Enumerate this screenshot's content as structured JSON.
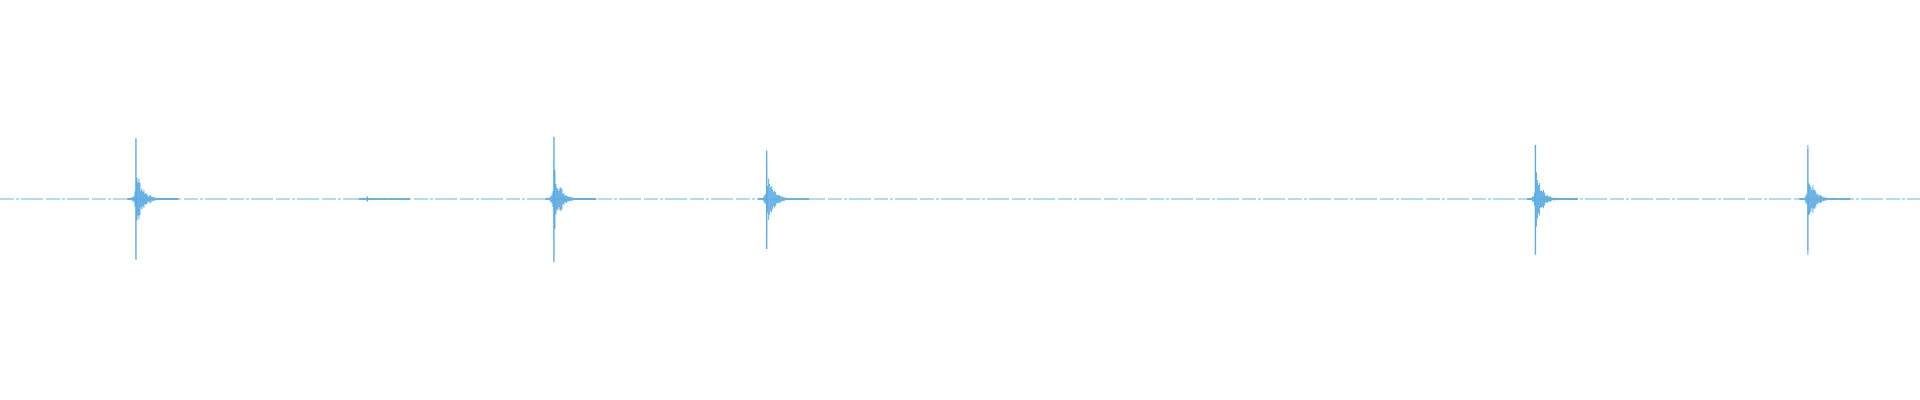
{
  "waveform": {
    "color": "#5dade2",
    "duration_fraction_axis": "time",
    "baseline_style": "faint-dashed",
    "peaks": [
      {
        "position": 0.0708,
        "up": 0.74,
        "down": 0.74
      },
      {
        "position": 0.1913,
        "up": 0.03,
        "down": 0.03
      },
      {
        "position": 0.2885,
        "up": 0.76,
        "down": 0.77
      },
      {
        "position": 0.3993,
        "up": 0.59,
        "down": 0.61
      },
      {
        "position": 0.7997,
        "up": 0.66,
        "down": 0.68
      },
      {
        "position": 0.9416,
        "up": 0.61,
        "down": 0.63
      }
    ]
  }
}
